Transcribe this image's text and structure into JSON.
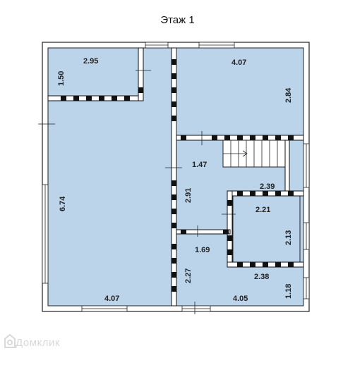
{
  "title": "Этаж 1",
  "dimensions": {
    "top_left_room_width": "2.95",
    "top_left_room_height": "1.50",
    "top_right_room_width": "4.07",
    "top_right_room_height": "2.84",
    "hall_width": "1.47",
    "hall_height": "2.91",
    "bath_top": "2.39",
    "bath_inner_width": "2.21",
    "bath_height": "2.13",
    "bath_bottom": "2.38",
    "small_room_width": "1.69",
    "bottom_center_height": "2.27",
    "bottom_right_width": "4.05",
    "bottom_right_height": "1.18",
    "big_room_height": "6.74",
    "big_room_width": "4.07"
  },
  "watermark": "Домклик",
  "colors": {
    "room_fill": "#bcd4ea",
    "wall": "#111111",
    "outer_wall": "#ffffff"
  }
}
